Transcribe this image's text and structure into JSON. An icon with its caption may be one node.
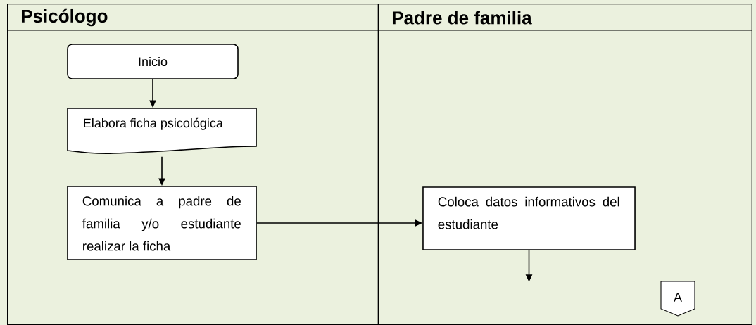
{
  "diagram": {
    "nodes": [
      {
        "text": [
          "Psicólogo"
        ]
      },
      {
        "text": [
          "Padre de familia"
        ]
      },
      {
        "text": [
          "Inicio"
        ],
        "in": 0
      },
      {
        "text": [
          "Elabora ficha psicológica"
        ],
        "in": 0
      },
      {
        "text": [
          "Comunica a padre de familia y/o estudiante realizar la ficha"
        ],
        "in": 0
      },
      {
        "text": [
          "Coloca datos informativos del estudiante"
        ],
        "in": 1
      },
      {
        "text": [
          "A"
        ],
        "in": 1
      }
    ],
    "edges": [
      {
        "from": 2,
        "to": 3,
        "arrow": "to"
      },
      {
        "from": 3,
        "to": 4,
        "arrow": "to"
      },
      {
        "from": 4,
        "to": 5,
        "arrow": "to"
      },
      {
        "from": 5,
        "to": null,
        "arrow": "to"
      }
    ]
  }
}
